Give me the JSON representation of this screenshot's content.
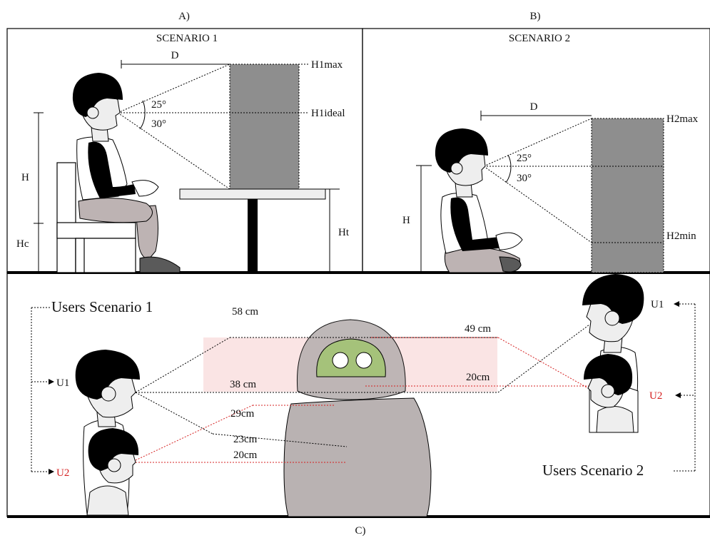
{
  "panels": {
    "a": {
      "letter": "A)",
      "title": "SCENARIO 1",
      "D": "D",
      "H1max": "H1max",
      "H1ideal": "H1ideal",
      "angle_up": "25°",
      "angle_down": "30°",
      "H": "H",
      "Hc": "Hc",
      "Ht": "Ht"
    },
    "b": {
      "letter": "B)",
      "title": "SCENARIO 2",
      "D": "D",
      "H2max": "H2max",
      "H2min": "H2min",
      "angle_up": "25°",
      "angle_down": "30°",
      "H": "H"
    },
    "c": {
      "letter": "C)",
      "users_scenario_1": "Users Scenario 1",
      "users_scenario_2": "Users Scenario 2",
      "U1_left": "U1",
      "U2_left": "U2",
      "U1_right": "U1",
      "U2_right": "U2",
      "d58": "58 cm",
      "d49": "49 cm",
      "d38": "38 cm",
      "d20cm_right": "20cm",
      "d29": "29cm",
      "d23": "23cm",
      "d20cm_left": "20cm"
    }
  },
  "colors": {
    "screen_gray": "#8e8e8e",
    "robot_body": "#b9b2b2",
    "robot_face": "#a5c27a",
    "pink_band": "#f9dfdf",
    "u2_red": "#d52020",
    "hair": "#000000",
    "skin": "#eeeeee",
    "pants": "#bdb3b3"
  }
}
